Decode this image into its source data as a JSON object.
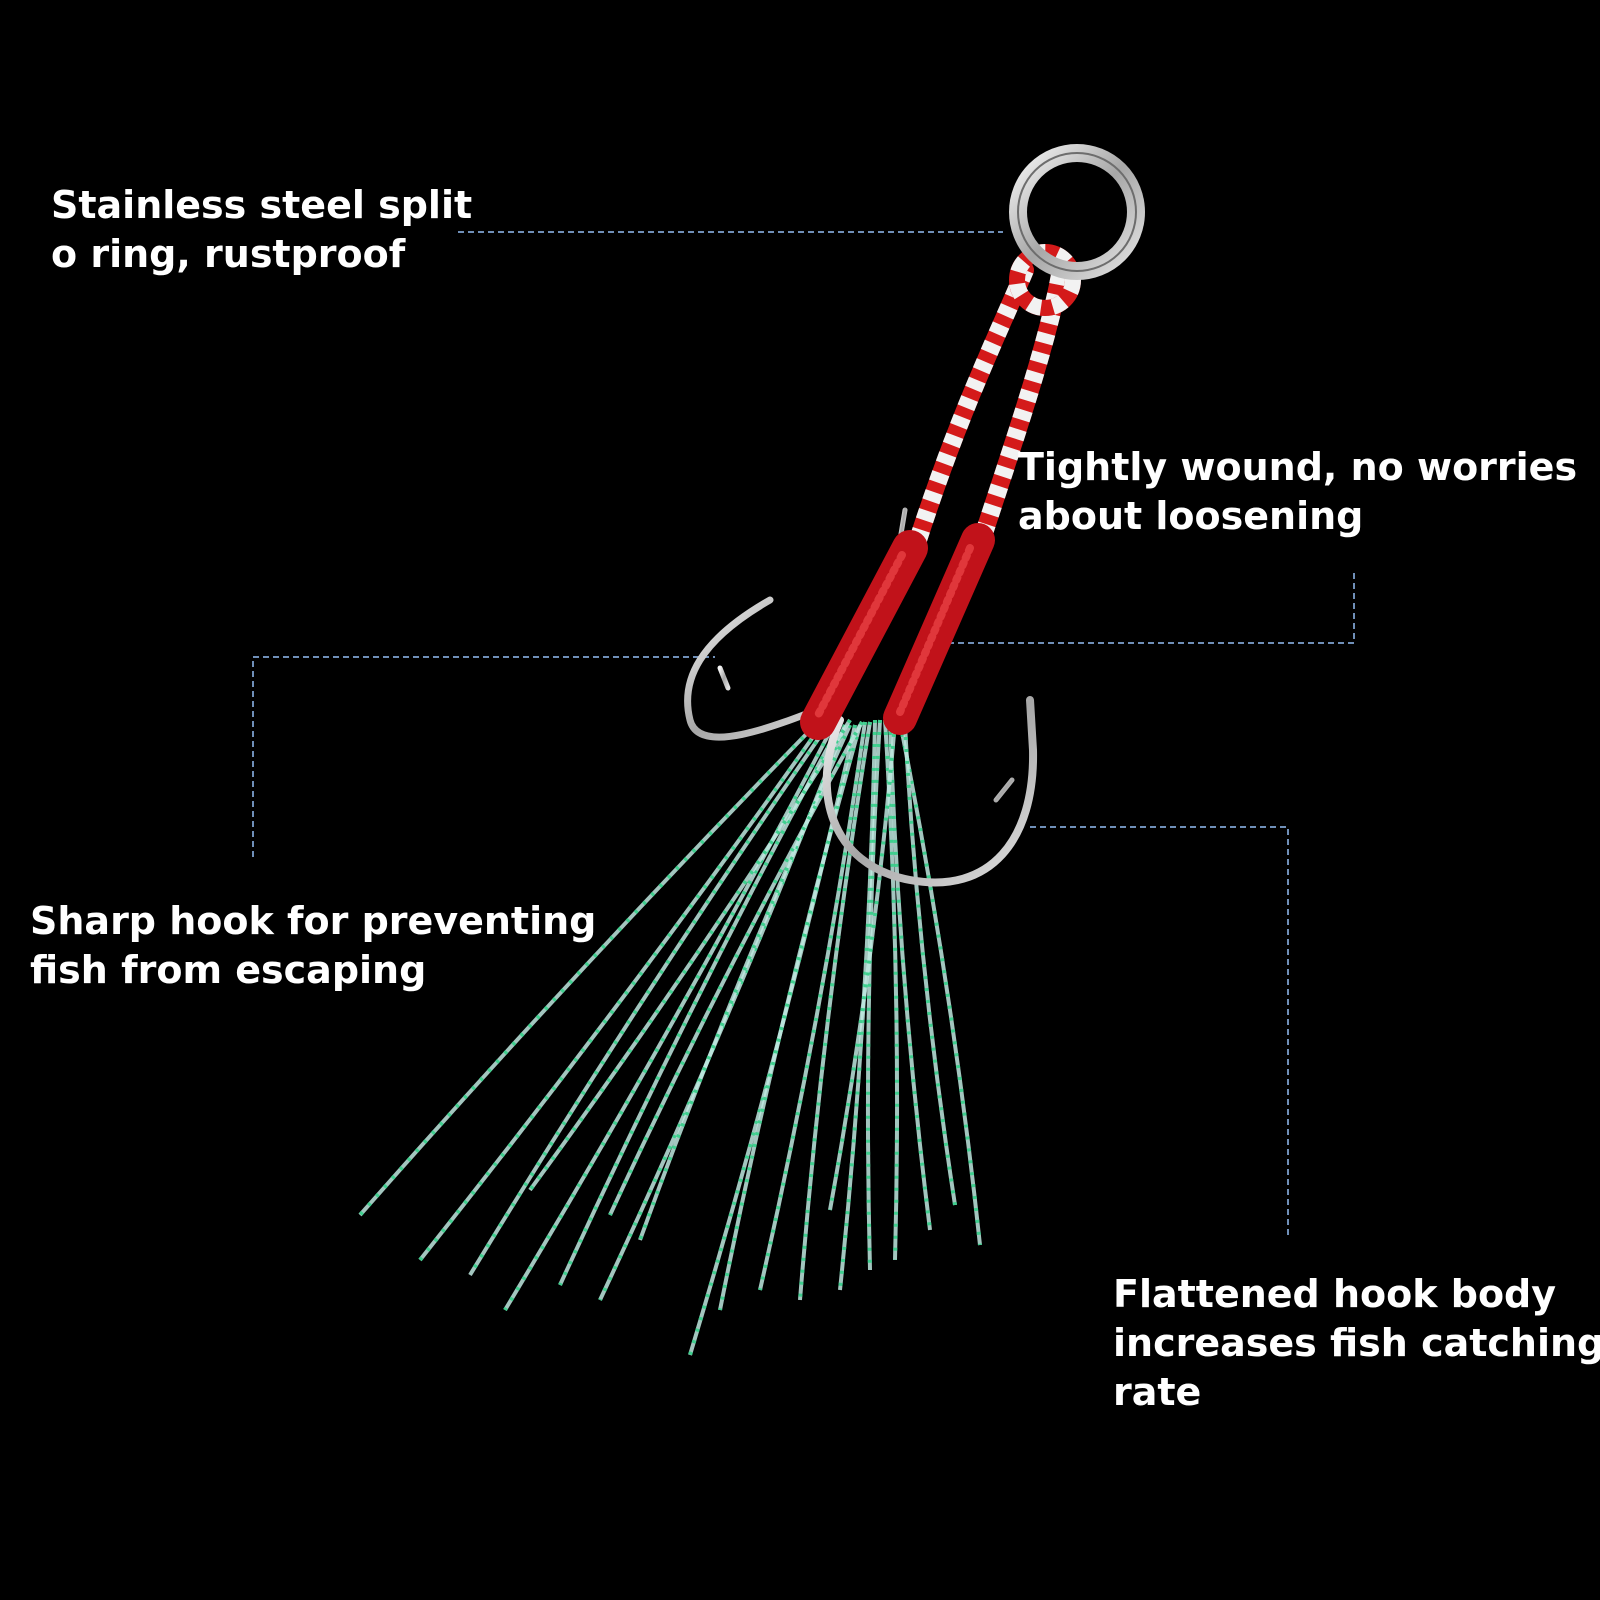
{
  "callouts": {
    "ring": {
      "line1": "Stainless steel split",
      "line2": "o ring, rustproof"
    },
    "wound": {
      "line1": "Tightly wound, no worries",
      "line2": "about loosening"
    },
    "sharp": {
      "line1": "Sharp hook for preventing",
      "line2": "fish from escaping"
    },
    "flat": {
      "line1": "Flattened hook body",
      "line2": "increases fish catching",
      "line3": "rate"
    }
  },
  "colors": {
    "background": "#000000",
    "text": "#ffffff",
    "leader_line": "#6f8fb8",
    "cord_red": "#d41a1a",
    "cord_white": "#f2f2f2",
    "steel": "#c9c9c9",
    "flash": "#8fe6c8"
  }
}
